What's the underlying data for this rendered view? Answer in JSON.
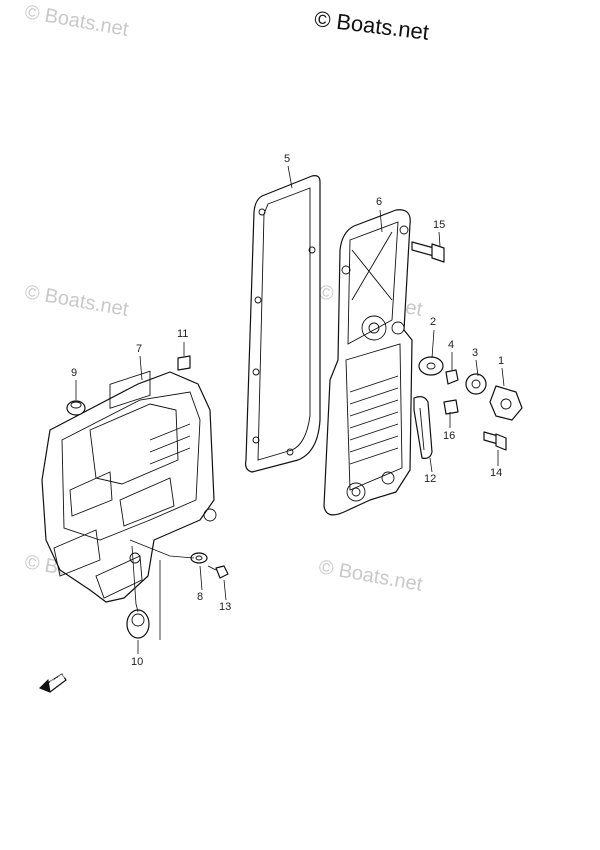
{
  "copyright": "© Boats.net",
  "watermark": "© Boats.net",
  "fwd_label": "FWD",
  "parts": [
    {
      "id": "p1",
      "label": "1"
    },
    {
      "id": "p2",
      "label": "2"
    },
    {
      "id": "p3",
      "label": "3"
    },
    {
      "id": "p4",
      "label": "4"
    },
    {
      "id": "p5",
      "label": "5"
    },
    {
      "id": "p6",
      "label": "6"
    },
    {
      "id": "p7",
      "label": "7"
    },
    {
      "id": "p8",
      "label": "8"
    },
    {
      "id": "p9",
      "label": "9"
    },
    {
      "id": "p10",
      "label": "10"
    },
    {
      "id": "p11",
      "label": "11"
    },
    {
      "id": "p12",
      "label": "12"
    },
    {
      "id": "p13",
      "label": "13"
    },
    {
      "id": "p14",
      "label": "14"
    },
    {
      "id": "p15",
      "label": "15"
    },
    {
      "id": "p16",
      "label": "16"
    }
  ]
}
